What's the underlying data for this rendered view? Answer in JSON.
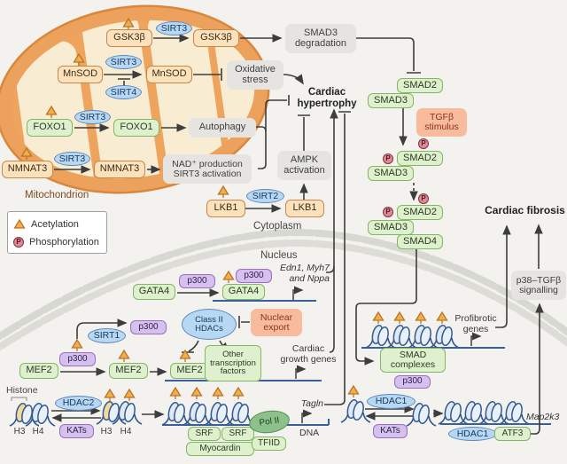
{
  "symbols": {
    "phosphorylation_badge": "P"
  },
  "legend": {
    "acetylation": "Acetylation",
    "phosphorylation": "Phosphorylation"
  },
  "compartments": {
    "mitochondrion": "Mitochondrion",
    "cytoplasm": "Cytoplasm",
    "nucleus": "Nucleus",
    "histone": "Histone",
    "dna": "DNA"
  },
  "proteins": {
    "gsk3b": "GSK3β",
    "sirt3": "SIRT3",
    "sirt4": "SIRT4",
    "sirt2": "SIRT2",
    "sirt1": "SIRT1",
    "mnsod": "MnSOD",
    "foxo1": "FOXO1",
    "nmnat3": "NMNAT3",
    "lkb1": "LKB1",
    "smad2": "SMAD2",
    "smad3": "SMAD3",
    "smad4": "SMAD4",
    "gata4": "GATA4",
    "p300": "p300",
    "mef2": "MEF2",
    "class2_hdacs": "Class II HDACs",
    "hdac2": "HDAC2",
    "hdac1": "HDAC1",
    "kats": "KATs",
    "h3": "H3",
    "h4": "H4",
    "srf": "SRF",
    "myocardin": "Myocardin",
    "pol2": "Pol II",
    "tfiid": "TFIID",
    "atf3": "ATF3",
    "smad_complexes": "SMAD complexes",
    "other_tf": "Other transcription factors"
  },
  "labels": {
    "smad3_degradation": "SMAD3 degradation",
    "oxidative_stress": "Oxidative stress",
    "cardiac_hypertrophy": "Cardiac hypertrophy",
    "autophagy": "Autophagy",
    "nad_production": "NAD⁺ production SIRT3 activation",
    "ampk_activation": "AMPK activation",
    "tgfb_stimulus": "TGFβ stimulus",
    "nuclear_export": "Nuclear export",
    "cardiac_fibrosis": "Cardiac fibrosis",
    "p38_tgfb": "p38–TGFβ signalling",
    "profibrotic_genes": "Profibrotic genes",
    "cardiac_growth_genes": "Cardiac growth genes",
    "hypertrophy_genes": "Edn1, Myh7 and Nppa",
    "tagln": "Tagln",
    "map2k3": "Map2k3"
  },
  "colors": {
    "peach": "#fbe2bd",
    "peach_border": "#c8884a",
    "green": "#def0cd",
    "green_border": "#83b765",
    "blue_oval": "#b7d8f3",
    "blue_border": "#5f88c0",
    "purple": "#d6c0ee",
    "purple_border": "#9a6ec2",
    "salmon": "#f8bb9c",
    "gray_box": "#e5e4e1",
    "acetylation": "#f3ae4c",
    "phosphorylation": "#dc8b96",
    "dna_line": "#3a5f9e",
    "mito_outer": "#eca25d",
    "mito_inner": "#f8ecd2"
  }
}
